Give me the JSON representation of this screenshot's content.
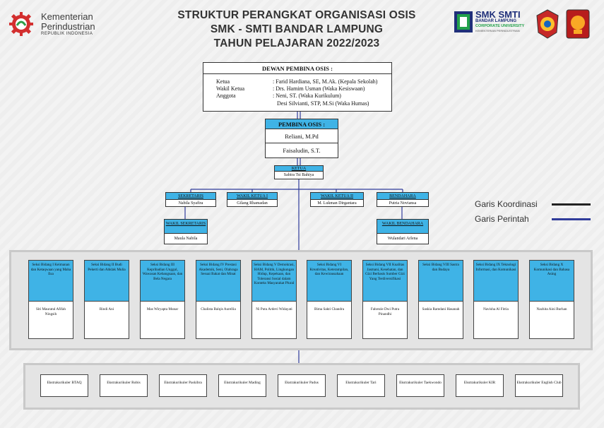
{
  "header": {
    "title_lines": [
      "STRUKTUR PERANGKAT ORGANISASI OSIS",
      "SMK - SMTI BANDAR LAMPUNG",
      "TAHUN PELAJARAN 2022/2023"
    ],
    "logo_left": {
      "line1": "Kementerian",
      "line2": "Perindustrian",
      "line3": "REPUBLIK INDONESIA"
    },
    "logo_right": {
      "line1": "SMK SMTI",
      "line2": "BANDAR LAMPUNG",
      "line3": "CORPORATE UNIVERSITY",
      "line4": "KEMENTERIAN PERINDUSTRIAN"
    }
  },
  "dewan": {
    "title": "DEWAN PEMBINA OSIS :",
    "rows": [
      {
        "role": "Ketua",
        "name": ": Farid Hardiana, SE, M.Ak. (Kepala Sekolah)"
      },
      {
        "role": "Wakil Ketua",
        "name": ": Drs. Hamim Usman  (Waka Kesiswaan)"
      },
      {
        "role": "Anggota",
        "name": ": Neni, ST. (Waka Kurikulum)"
      },
      {
        "role": "",
        "name": "Desi Silvianti, STP, M.Si (Waka Humas)"
      }
    ]
  },
  "pembina": {
    "title": "PEMBINA  OSIS :",
    "names": [
      "Reliani, M.Pd",
      "Faisaludin, S.T."
    ]
  },
  "ketua": {
    "title": "KETUA",
    "name": "Sabira Tsi Bahiya"
  },
  "level2": [
    {
      "title": "SEKRETARIS",
      "name": "Nabila Syafira"
    },
    {
      "title": "WAKIL KETUA I",
      "name": "Gilang Rhamadan"
    },
    {
      "title": "WAKIL KETUA II",
      "name": "M. Lukman Dirgantara"
    },
    {
      "title": "BENDAHARA",
      "name": "Putria Noviansa"
    }
  ],
  "wakil_sekretaris": {
    "title": "WAKIL SEKRETARIS",
    "name": "Maula Nabila"
  },
  "wakil_bendahara": {
    "title": "WAKIL BENDAHARA",
    "name": "Wulandari Arlena"
  },
  "seksi": [
    {
      "title": "Seksi Bidang I Keimanan dan Ketaqwaan yang Maha Esa",
      "name": "Siti Mauratul Afifah Ningsih"
    },
    {
      "title": "Seksi Bidang II Budi Pekerti dan Ahklak Mulia",
      "name": "Rindi Ani"
    },
    {
      "title": "Seksi Bidang III Kepribadian Unggul, Wawasan Kebangsaan, dan Bela Negara",
      "name": "Mas Wiryapta Munar"
    },
    {
      "title": "Seksi Bidang IV Prestasi Akademik, Seni, Olahraga Sesuai Bakat dan Minat",
      "name": "Chalista Balqis Aurellia"
    },
    {
      "title": "Seksi Bidang V Demokrasi, HAM, Politik, Lingkungan Hidup, Kepekaan, dan Toleransi Sosial dalam Konteks Masyarakat Plural",
      "name": "Ni Putu Ardevi Widayati"
    },
    {
      "title": "Seksi Bidang VI Kreativitas, Keterampilan, dan Kewirausahaan",
      "name": "Bima Sakti Chandra"
    },
    {
      "title": "Seksi Bidang VII Kualitas Jasmani, Kesehatan, dan Gizi Berbasis Sumber Gizi Yang Terdiversifikasi",
      "name": "Fahrezie Dwi Putra Pinandhi"
    },
    {
      "title": "Seksi Bidang VIII Sastra dan Budaya",
      "name": "Saskia Ramdani Hasanah"
    },
    {
      "title": "Seksi Bidang IX Teknologi Informasi, dan Komunikasi",
      "name": "Navisha Al Fitria"
    },
    {
      "title": "Seksi Bidang X Komunikasi dan Bahasa Asing",
      "name": "Nazhita Aini Burhan"
    }
  ],
  "ekstrakurikuler": [
    "Ekstrakurikuler BTAQ",
    "Ekstrakurikuler Robis",
    "Ekstrakurikuler Paskibra",
    "Ekstrakurikuler Mading",
    "Ekstrakurikuler Padus",
    "Ekstrakurikuler Tari",
    "Ekstrakurikuler Taekwondo",
    "Ekstrakurikuler KIR",
    "Ekstrakurikuler English Club"
  ],
  "legend": {
    "koordinasi": "Garis Koordinasi",
    "perintah": "Garis Perintah",
    "koordinasi_color": "#222222",
    "perintah_color": "#2f3b9a"
  },
  "colors": {
    "header_blue": "#3fb3e6"
  }
}
